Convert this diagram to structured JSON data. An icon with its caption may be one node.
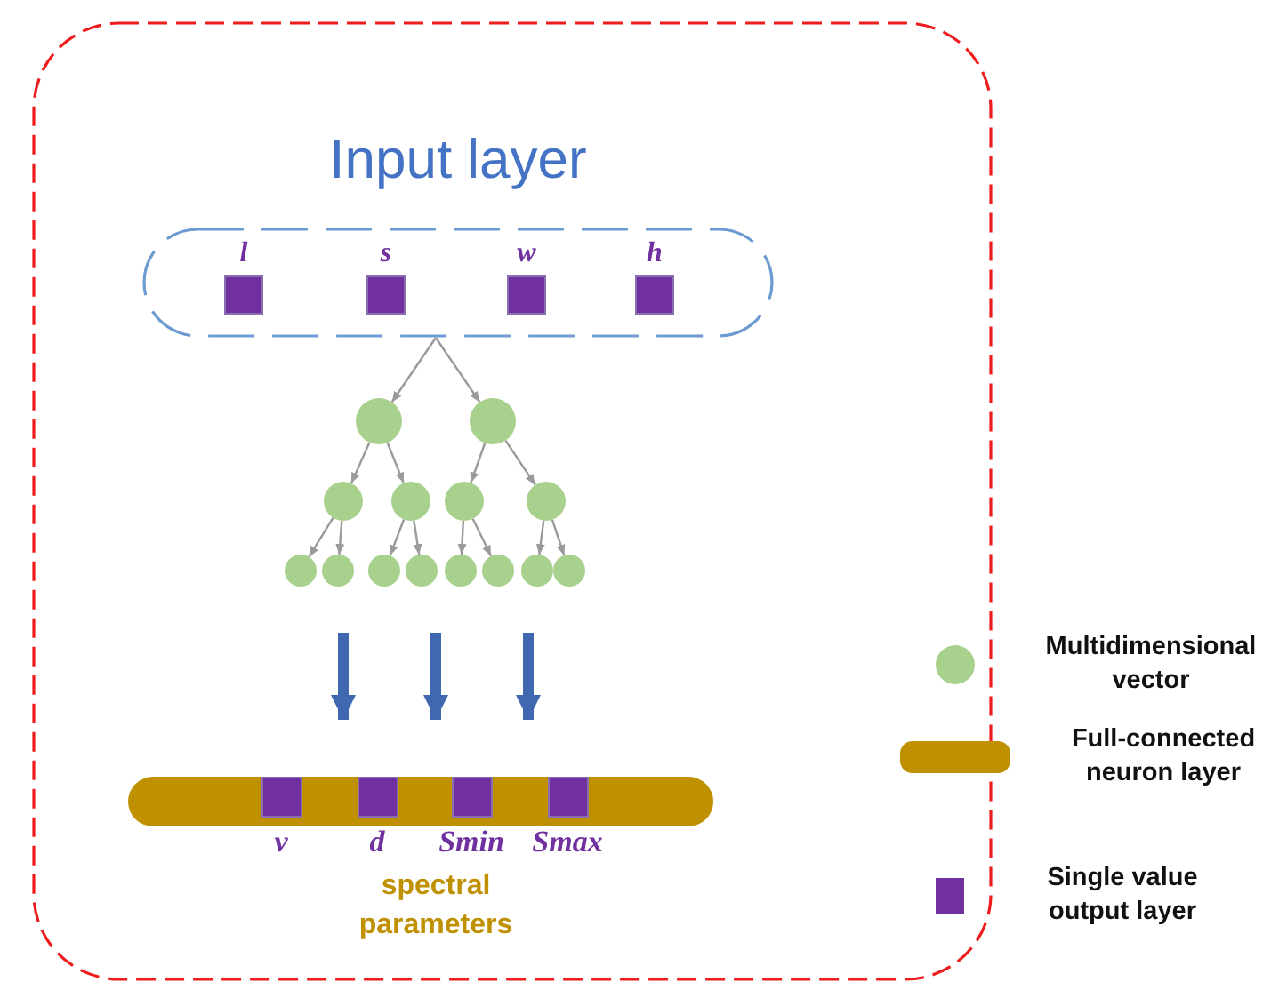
{
  "diagram": {
    "nodes": [
      {
        "text": [],
        "shape": "box"
      },
      {
        "text": [
          "Input layer"
        ],
        "in": 0
      },
      {
        "text": [
          "l"
        ],
        "in": 1
      },
      {
        "text": [
          "s"
        ],
        "in": 1
      },
      {
        "text": [
          "w"
        ],
        "in": 1
      },
      {
        "text": [
          "h"
        ],
        "in": 1
      },
      {
        "text": [],
        "shape": "circle",
        "in": 0
      },
      {
        "text": [],
        "shape": "circle",
        "in": 0
      },
      {
        "text": [],
        "shape": "circle",
        "in": 0
      },
      {
        "text": [],
        "shape": "circle",
        "in": 0
      },
      {
        "text": [],
        "shape": "circle",
        "in": 0
      },
      {
        "text": [],
        "shape": "circle",
        "in": 0
      },
      {
        "text": [],
        "shape": "circle",
        "in": 0
      },
      {
        "text": [],
        "shape": "circle",
        "in": 0
      },
      {
        "text": [],
        "shape": "circle",
        "in": 0
      },
      {
        "text": [],
        "shape": "circle",
        "in": 0
      },
      {
        "text": [],
        "shape": "circle",
        "in": 0
      },
      {
        "text": [],
        "shape": "circle",
        "in": 0
      },
      {
        "text": [],
        "shape": "circle",
        "in": 0
      },
      {
        "text": [],
        "shape": "circle",
        "in": 0
      },
      {
        "text": [],
        "shape": "bar",
        "in": 0,
        "beside": [
          "spectral parameters"
        ]
      },
      {
        "text": [
          "v"
        ],
        "in": 20
      },
      {
        "text": [
          "d"
        ],
        "in": 20
      },
      {
        "text": [
          "Smin"
        ],
        "in": 20
      },
      {
        "text": [
          "Smax"
        ],
        "in": 20
      }
    ],
    "edges": [
      {
        "from": 1,
        "to": 6,
        "arrow": "to"
      },
      {
        "from": 1,
        "to": 7,
        "arrow": "to"
      },
      {
        "from": 6,
        "to": 8,
        "arrow": "to"
      },
      {
        "from": 6,
        "to": 9,
        "arrow": "to"
      },
      {
        "from": 7,
        "to": 10,
        "arrow": "to"
      },
      {
        "from": 7,
        "to": 11,
        "arrow": "to"
      },
      {
        "from": 8,
        "to": 12,
        "arrow": "to"
      },
      {
        "from": 8,
        "to": 13,
        "arrow": "to"
      },
      {
        "from": 9,
        "to": 14,
        "arrow": "to"
      },
      {
        "from": 9,
        "to": 15,
        "arrow": "to"
      },
      {
        "from": 10,
        "to": 16,
        "arrow": "to"
      },
      {
        "from": 10,
        "to": 17,
        "arrow": "to"
      },
      {
        "from": 11,
        "to": 18,
        "arrow": "to"
      },
      {
        "from": 11,
        "to": 19,
        "arrow": "to"
      },
      {
        "from": null,
        "to": 20,
        "arrow": "to",
        "style": "thick",
        "color": "#4068b0"
      },
      {
        "from": null,
        "to": 20,
        "arrow": "to",
        "style": "thick",
        "color": "#4068b0"
      },
      {
        "from": null,
        "to": 20,
        "arrow": "to",
        "style": "thick",
        "color": "#4068b0"
      }
    ],
    "legend": [
      {
        "text": "Multidimensional vector",
        "color": "#a9d18e"
      },
      {
        "text": "Full-connected neuron layer",
        "color": "#bf9000"
      },
      {
        "text": "Single value output layer",
        "color": "#7030a0"
      }
    ]
  }
}
